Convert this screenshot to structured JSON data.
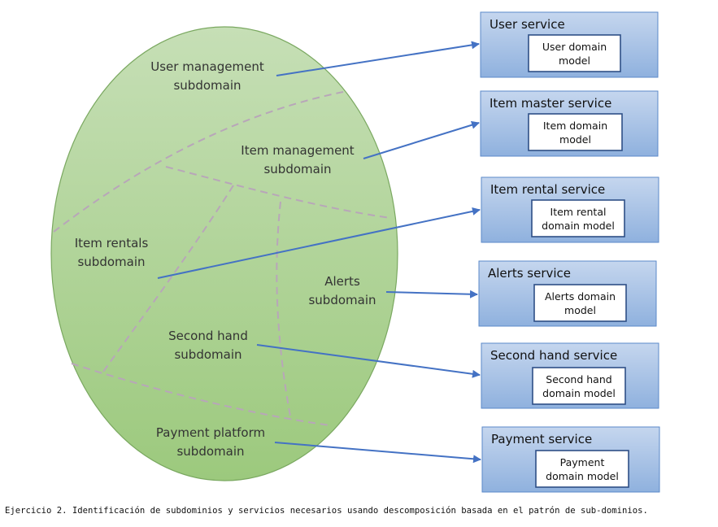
{
  "colors": {
    "ellipse_fill_top": "#c6dfb6",
    "ellipse_fill_bottom": "#9cc97d",
    "ellipse_stroke": "#7aa860",
    "divider": "#b8a6b9",
    "arrow": "#4472c4",
    "service_fill_top": "#c5d6ee",
    "service_fill_bottom": "#8fb1de",
    "service_stroke": "#5b89c9",
    "model_stroke": "#2e4f86",
    "text": "#333333"
  },
  "subdomains": [
    {
      "lines": [
        "User management",
        "subdomain"
      ]
    },
    {
      "lines": [
        "Item management",
        "subdomain"
      ]
    },
    {
      "lines": [
        "Item rentals",
        "subdomain"
      ]
    },
    {
      "lines": [
        "Alerts",
        "subdomain"
      ]
    },
    {
      "lines": [
        "Second hand",
        "subdomain"
      ]
    },
    {
      "lines": [
        "Payment platform",
        "subdomain"
      ]
    }
  ],
  "services": [
    {
      "title": "User service",
      "model": [
        "User domain",
        "model"
      ]
    },
    {
      "title": "Item master service",
      "model": [
        "Item domain",
        "model"
      ]
    },
    {
      "title": "Item rental service",
      "model": [
        "Item rental",
        "domain model"
      ]
    },
    {
      "title": "Alerts service",
      "model": [
        "Alerts domain",
        "model"
      ]
    },
    {
      "title": "Second hand service",
      "model": [
        "Second hand",
        "domain model"
      ]
    },
    {
      "title": "Payment service",
      "model": [
        "Payment",
        "domain model"
      ]
    }
  ],
  "caption": "Ejercicio 2. Identificación de subdominios y servicios necesarios usando descomposición basada en el patrón de sub-dominios."
}
